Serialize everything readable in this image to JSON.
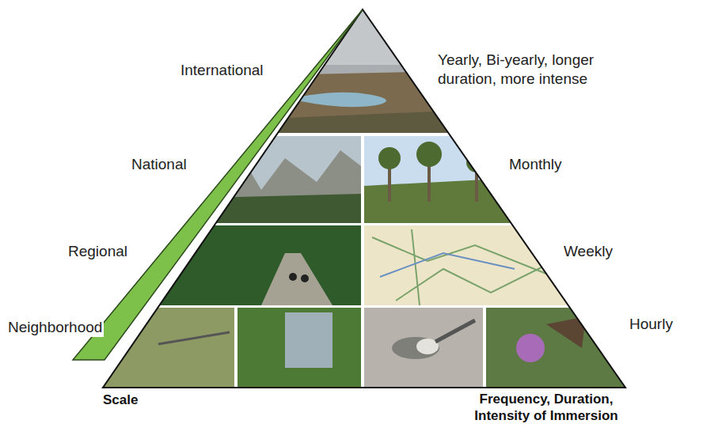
{
  "diagram": {
    "labels": [
      "International",
      "Yearly, Bi-yearly, longer duration, more intense",
      "National",
      "Monthly",
      "Regional",
      "Weekly",
      "Neighborhood",
      "Hourly",
      "Scale",
      "Frequency, Duration, Intensity of Immersion"
    ]
  }
}
